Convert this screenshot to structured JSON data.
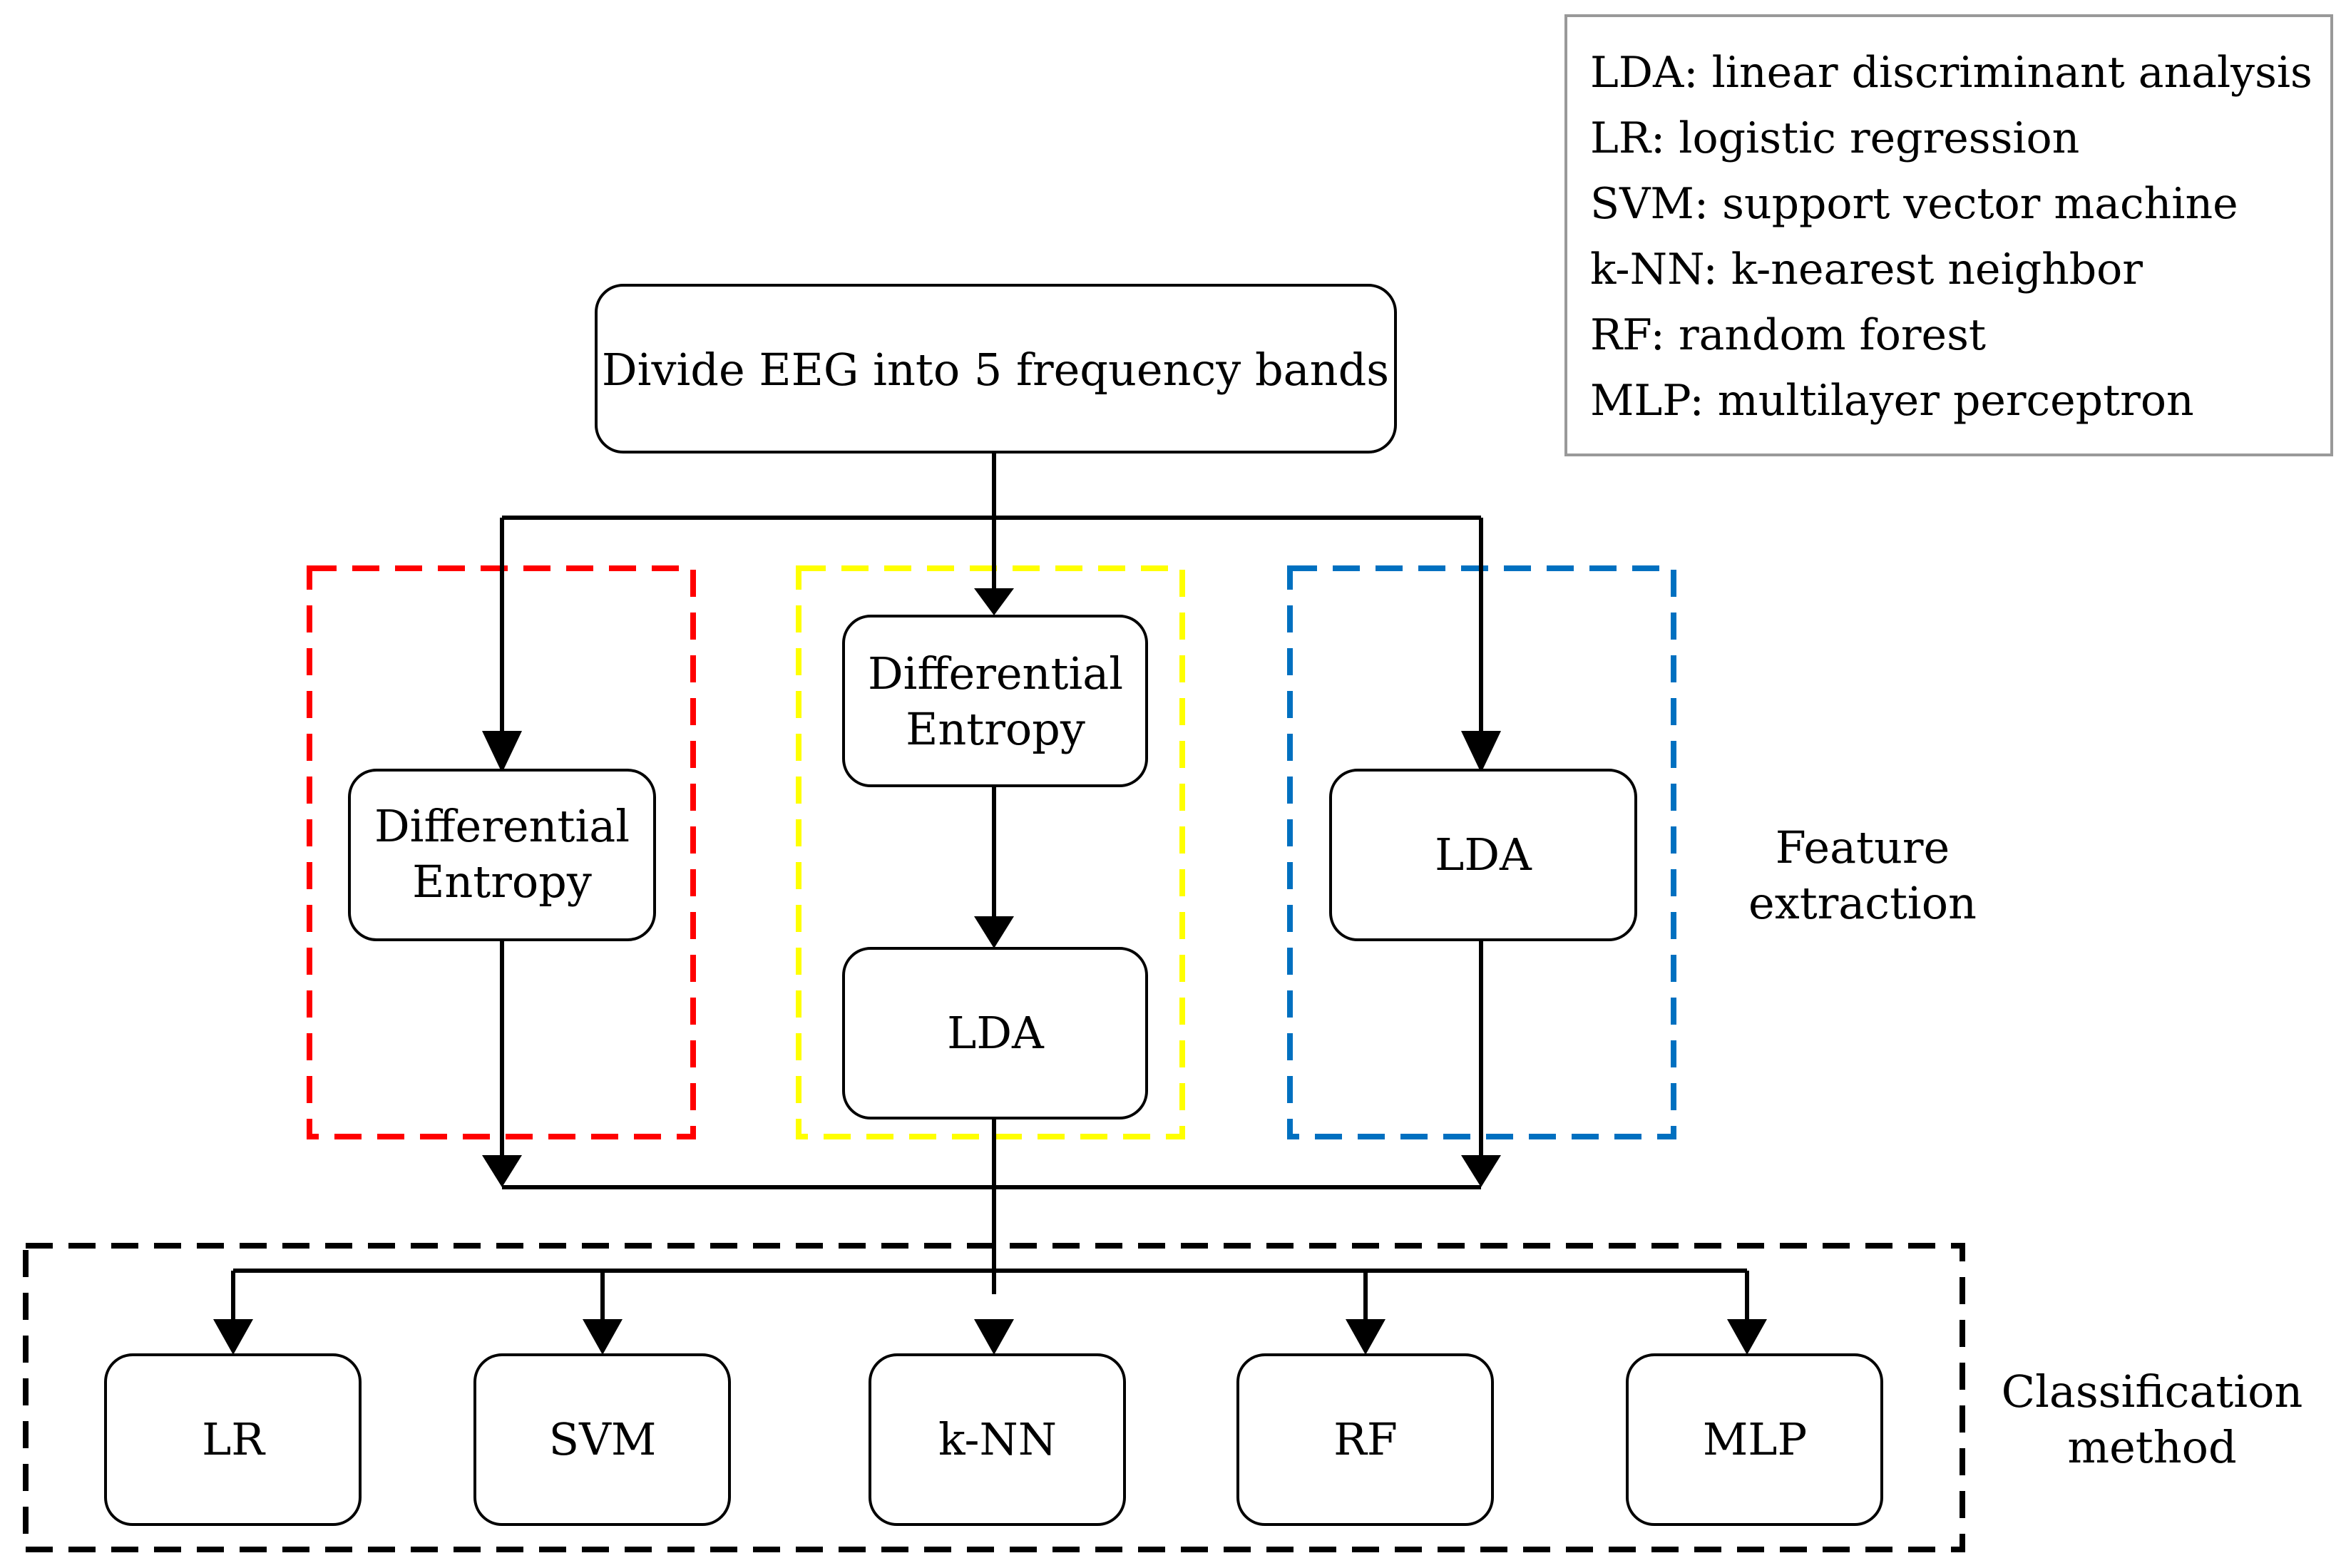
{
  "legend": {
    "items": [
      "LDA: linear discriminant analysis",
      "LR: logistic regression",
      "SVM: support vector machine",
      "k-NN: k-nearest neighbor",
      "RF: random forest",
      "MLP: multilayer perceptron"
    ]
  },
  "top": {
    "label": "Divide EEG into 5 frequency bands"
  },
  "branches": {
    "left": {
      "color": "#ff0000",
      "node1_line1": "Differential",
      "node1_line2": "Entropy"
    },
    "middle": {
      "color": "#ffff00",
      "node1_line1": "Differential",
      "node1_line2": "Entropy",
      "node2": "LDA"
    },
    "right": {
      "color": "#0070c0",
      "node1": "LDA"
    }
  },
  "labels": {
    "feature_line1": "Feature",
    "feature_line2": "extraction",
    "class_line1": "Classification",
    "class_line2": "method"
  },
  "classifiers": [
    "LR",
    "SVM",
    "k-NN",
    "RF",
    "MLP"
  ]
}
